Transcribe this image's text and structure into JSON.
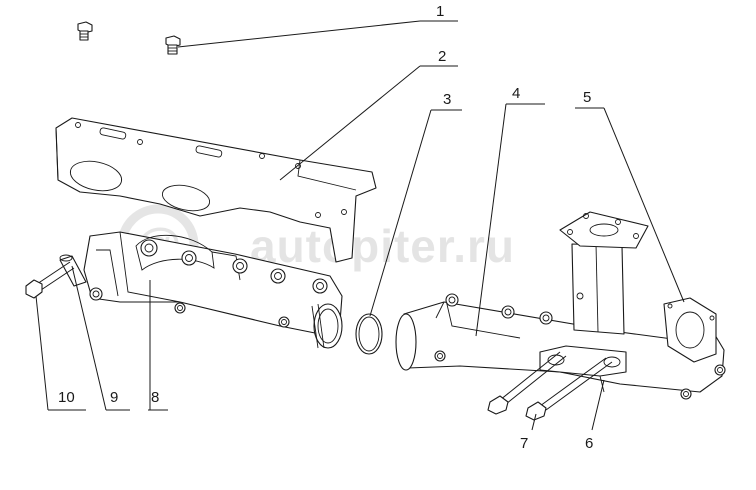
{
  "watermark": {
    "text": "autopiter.ru"
  },
  "callouts": [
    {
      "number": "1"
    },
    {
      "number": "2"
    },
    {
      "number": "3"
    },
    {
      "number": "4"
    },
    {
      "number": "5"
    },
    {
      "number": "6"
    },
    {
      "number": "7"
    },
    {
      "number": "8"
    },
    {
      "number": "9"
    },
    {
      "number": "10"
    }
  ]
}
